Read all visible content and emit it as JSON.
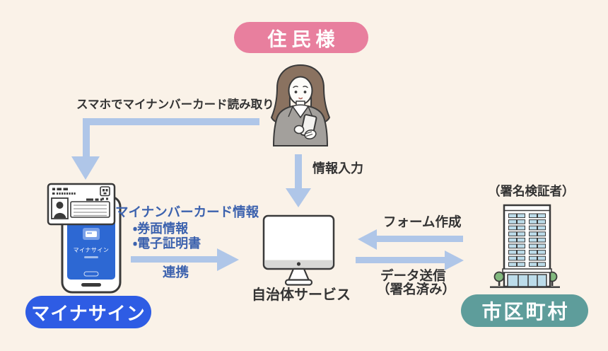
{
  "badges": {
    "resident": {
      "label": "住民様",
      "bg": "#e87f9e"
    },
    "mynasign": {
      "label": "マイナサイン",
      "bg": "#2e5ce4"
    },
    "municipality": {
      "label": "市区町村",
      "bg": "#5e9d9b"
    }
  },
  "labels": {
    "smartphone_read": "スマホでマイナンバーカード読み取り",
    "info_input": "情報入力",
    "card_info_title": "マイナンバーカード情報",
    "card_info_item1": "・券面情報",
    "card_info_item2": "・電子証明書",
    "renkei": "連携",
    "municipal_service": "自治体サービス",
    "form_creation": "フォーム作成",
    "data_send_line1": "データ送信",
    "data_send_line2": "（署名済み）",
    "signature_verifier": "（署名検証者）"
  },
  "phone_app": {
    "title": "マイナサイン"
  },
  "colors": {
    "background": "#faf2e8",
    "arrow": "#afc6e8",
    "blue_text": "#3c62ae",
    "dark_text": "#333333",
    "resident_badge": "#e87f9e",
    "mynasign_badge": "#2e5ce4",
    "municipality_badge": "#5e9d9b",
    "phone_screen": "#2d68d3",
    "window_glass": "#bcdcea",
    "tree_green": "#82b97e"
  }
}
